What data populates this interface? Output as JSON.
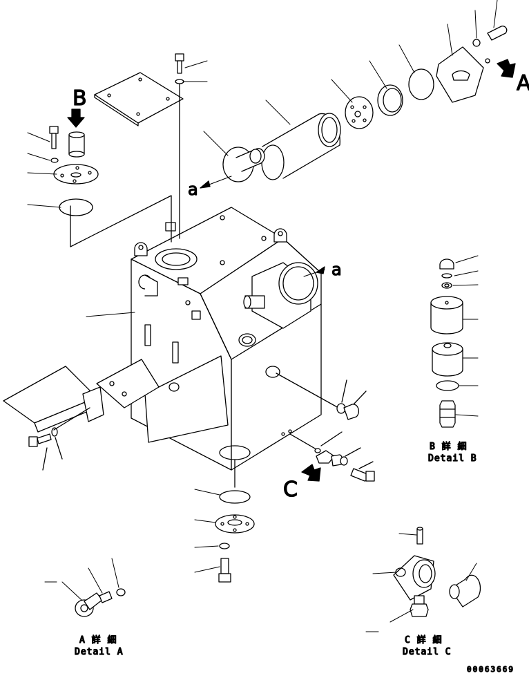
{
  "labels": {
    "view_A": "A",
    "view_B": "B",
    "view_C": "C",
    "ref_a_1": "a",
    "ref_a_2": "a"
  },
  "details": {
    "detail_a_jp": "A 詳 細",
    "detail_a_en": "Detail A",
    "detail_b_jp": "B 詳 細",
    "detail_b_en": "Detail B",
    "detail_c_jp": "C 詳 細",
    "detail_c_en": "Detail C"
  },
  "drawing_code": "00063669"
}
